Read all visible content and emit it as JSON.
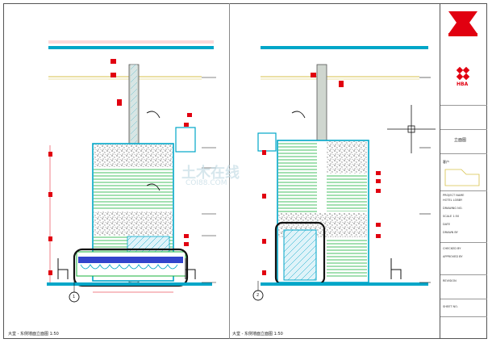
{
  "drawing": {
    "left_view_caption": "大堂 - 东侧墙面立面图 1:50",
    "right_view_caption": "大堂 - 东侧墙面立面图 1:50",
    "left_view_number": "1",
    "right_view_number": "2"
  },
  "title_block": {
    "logo_text": "HBA",
    "client_label": "客户",
    "drawing_title": "立面图",
    "rows": [
      "PROJECT NAME",
      "HOTEL LOBBY",
      "DRAWING NO.",
      "SCALE 1:50",
      "DATE",
      "DRAWN BY",
      "CHECKED BY",
      "APPROVED BY",
      "REVISION",
      "SHEET NO."
    ]
  },
  "watermark": {
    "main": "土木在线",
    "sub": "COI88.COM"
  },
  "colors": {
    "cyan": "#00a6c8",
    "green": "#19b33c",
    "red": "#e10010",
    "gold": "#d7c14a",
    "dark": "#1e1e1e"
  }
}
